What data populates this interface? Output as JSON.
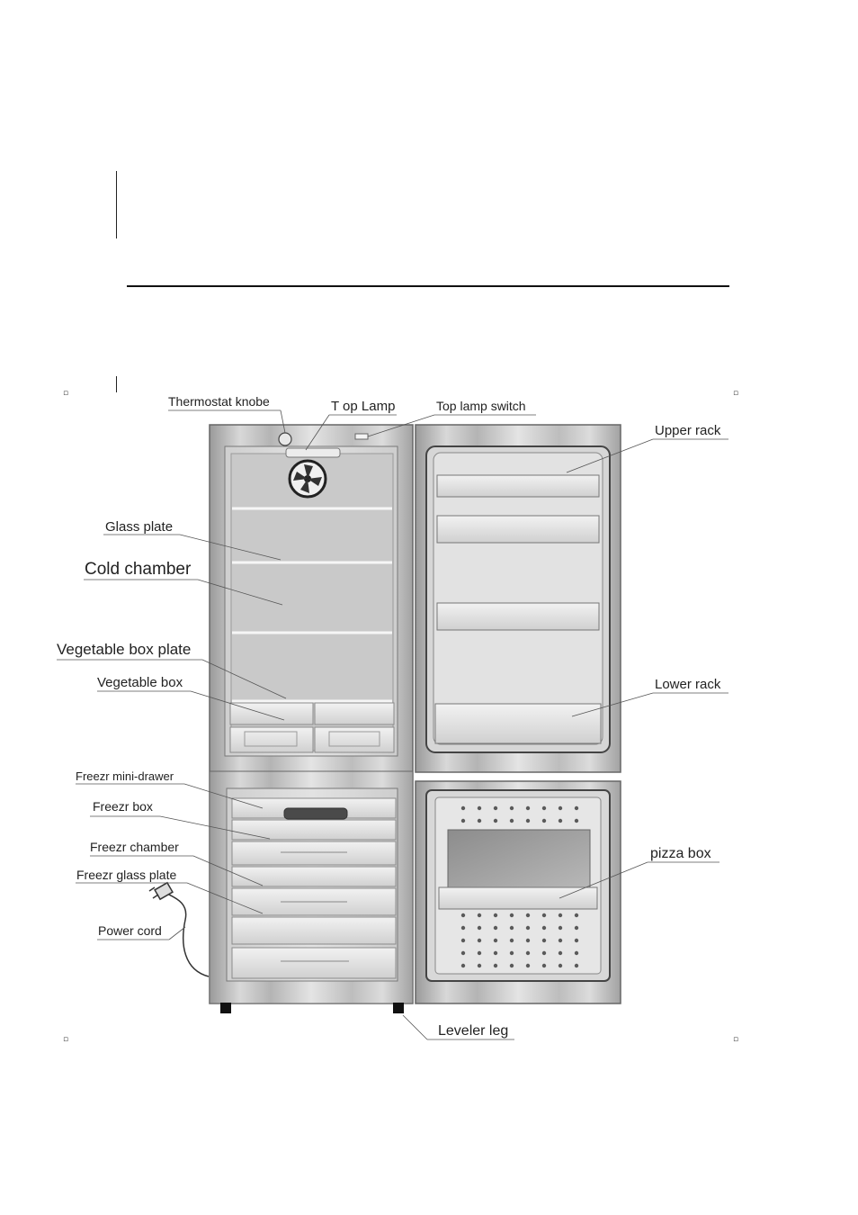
{
  "corner_marks": [
    "▫",
    "▫",
    "▫",
    "▫"
  ],
  "labels": {
    "thermostat_knob": "Thermostat knobe",
    "top_lamp": "T op Lamp",
    "top_lamp_switch": "Top lamp switch",
    "upper_rack": "Upper rack",
    "glass_plate": "Glass plate",
    "cold_chamber": "Cold chamber",
    "vegetable_box_plate": "Vegetable box plate",
    "vegetable_box": "Vegetable box",
    "lower_rack": "Lower rack",
    "freezer_mini_drawer": "Freezr mini-drawer",
    "freezer_box": "Freezr box",
    "freezer_chamber": "Freezr  chamber",
    "freezer_glass_plate": "Freezr glass plate",
    "pizza_box": "pizza box",
    "power_cord": "Power cord",
    "leveler_leg": "Leveler leg"
  }
}
